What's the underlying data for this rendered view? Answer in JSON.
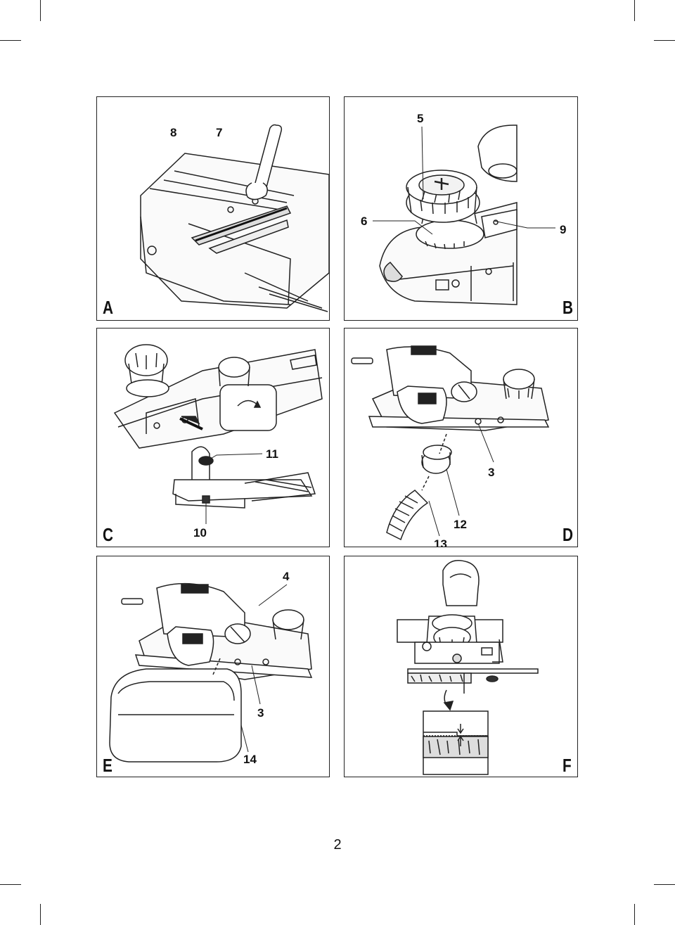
{
  "page_number": "2",
  "panels": {
    "A": {
      "letter": "A",
      "callouts": [
        "8",
        "7"
      ]
    },
    "B": {
      "letter": "B",
      "callouts": [
        "5",
        "6",
        "9"
      ]
    },
    "C": {
      "letter": "C",
      "callouts": [
        "11",
        "10"
      ]
    },
    "D": {
      "letter": "D",
      "callouts": [
        "3",
        "12",
        "13"
      ]
    },
    "E": {
      "letter": "E",
      "callouts": [
        "4",
        "3",
        "14"
      ]
    },
    "F": {
      "letter": "F",
      "callouts": []
    }
  }
}
